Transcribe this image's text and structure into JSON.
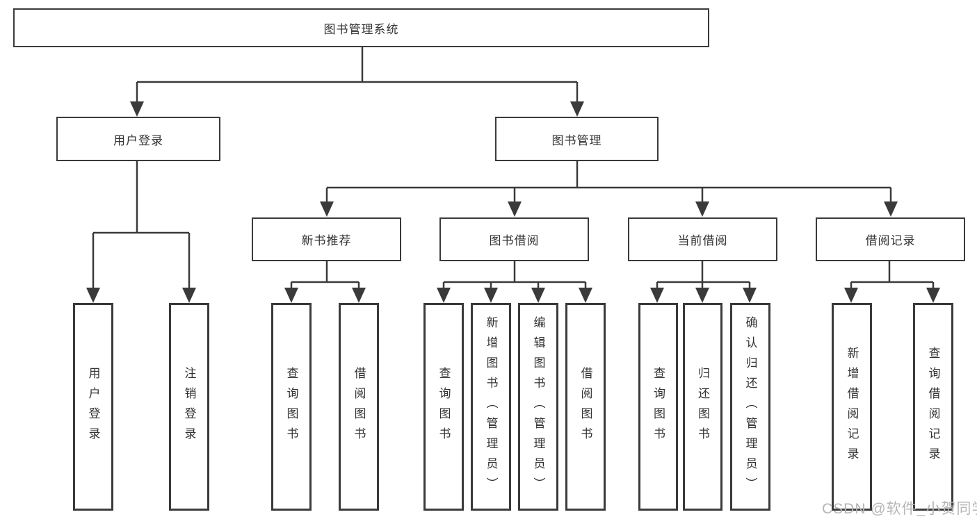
{
  "diagram": {
    "title_node": "图书管理系统",
    "root": {
      "label": "图书管理系统"
    },
    "branches": [
      {
        "label": "用户登录",
        "children": [
          {
            "label": "用户登录"
          },
          {
            "label": "注销登录"
          }
        ]
      },
      {
        "label": "图书管理",
        "children": [
          {
            "label": "新书推荐",
            "children": [
              {
                "label": "查询图书"
              },
              {
                "label": "借阅图书"
              }
            ]
          },
          {
            "label": "图书借阅",
            "children": [
              {
                "label": "查询图书"
              },
              {
                "label": "新增图书（管理员）"
              },
              {
                "label": "编辑图书（管理员）"
              },
              {
                "label": "借阅图书"
              }
            ]
          },
          {
            "label": "当前借阅",
            "children": [
              {
                "label": "查询图书"
              },
              {
                "label": "归还图书"
              },
              {
                "label": "确认归还（管理员）"
              }
            ]
          },
          {
            "label": "借阅记录",
            "children": [
              {
                "label": "新增借阅记录"
              },
              {
                "label": "查询借阅记录"
              }
            ]
          }
        ]
      }
    ]
  },
  "watermark": {
    "text": "CSDN @软件_小贺同学"
  },
  "colors": {
    "line": "#3a3a3a",
    "text": "#333333",
    "watermark": "#b5b5b5",
    "background": "#ffffff"
  }
}
